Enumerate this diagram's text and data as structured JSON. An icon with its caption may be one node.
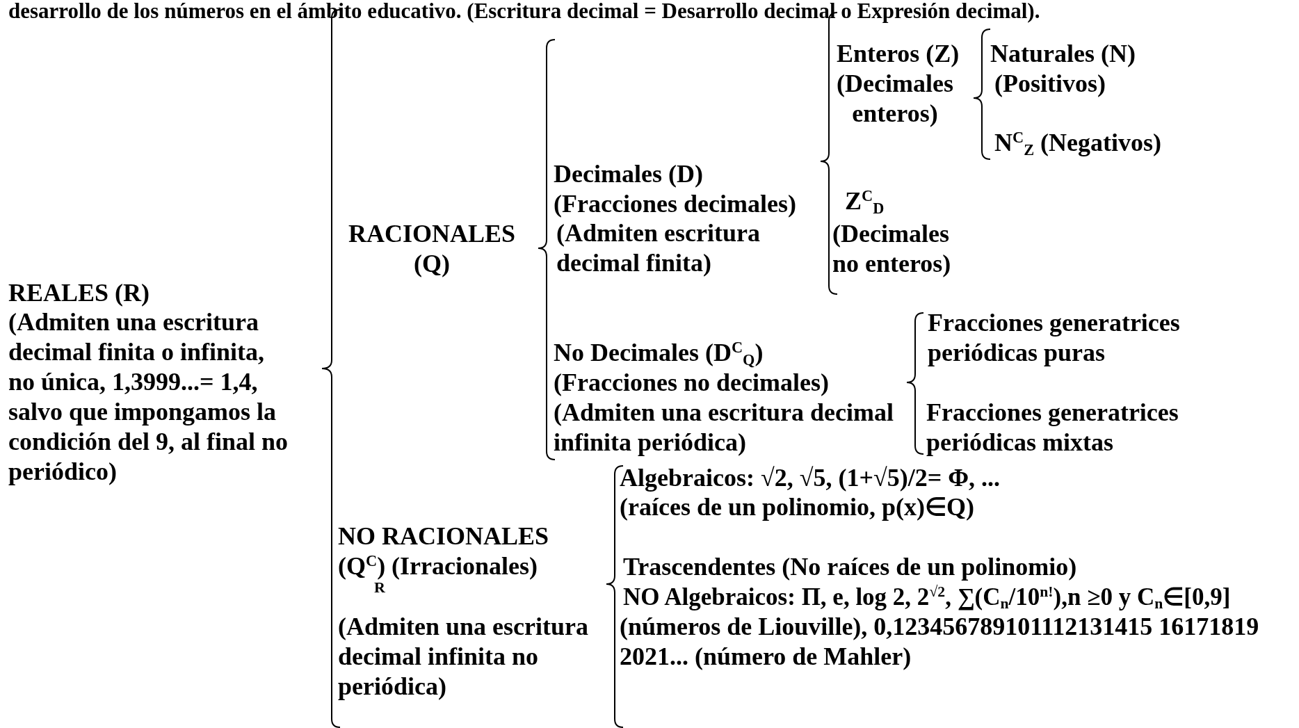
{
  "diagram": {
    "labels": [
      "desarrollo de los números en el ámbito educativo. (Escritura decimal = Desarrollo decimal o Expresión decimal).",
      "REALES (R)",
      "(Admiten una escritura decimal finita o infinita, no única, 1,3999...= 1,4, salvo que impongamos la condición del 9, al final no periódico)",
      "RACIONALES (Q)",
      "Enteros (Z)",
      "(Decimales enteros)",
      "Naturales (N)",
      "(Positivos)",
      "N$^{C}$$_{Z}$ (Negativos)",
      "Decimales (D)",
      "(Fracciones decimales)",
      "Z$^{C}$$_{D}$",
      "(Admiten escritura decimal finita)",
      "(Decimales no enteros)",
      "Fracciones generatrices periódicas puras",
      "No Decimales (D$^{C}$$_{Q}$)",
      "(Fracciones no decimales)",
      "(Admiten una escritura decimal infinita periódica)",
      "Fracciones generatrices periódicas mixtas",
      "Algebraicos: √2, √5, (1+√5)/2= Φ, ...",
      "(raíces de un polinomio, p(x)∈Q)",
      "NO RACIONALES",
      "(Q$^{C}$) (Irracionales)",
      "Trascendentes (No raíces de un polinomio)",
      "NO Algebraicos: Π,  e,  log 2,  2$^{√2}$,  ∑(C$_{n}$/10$^{n!}$),n ≥0 y C$_{n}$∈[0,9]",
      "R",
      "(números de Liouville), 0,123456789101112131415 16171819 2021... (número de Mahler)",
      "(Admiten una escritura decimal infinita no periódica)"
    ]
  }
}
